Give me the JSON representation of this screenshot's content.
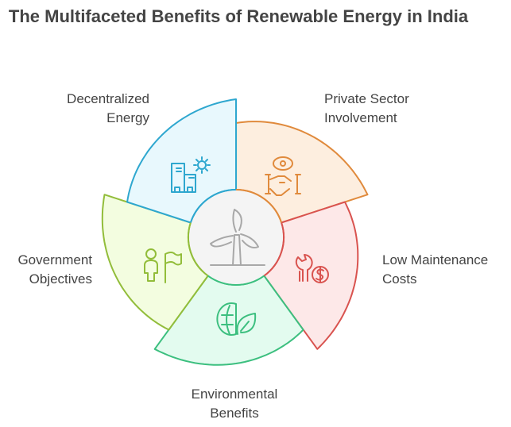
{
  "title": "The Multifaceted Benefits of Renewable Energy in India",
  "center": {
    "icon": "wind-turbine-icon"
  },
  "segments": [
    {
      "label_line1": "Private Sector",
      "label_line2": "Involvement",
      "icon": "handshake-eye-icon",
      "stroke": "#e08a3c",
      "fill": "#fdeedf"
    },
    {
      "label_line1": "Low Maintenance",
      "label_line2": "Costs",
      "icon": "wrench-dollar-icon",
      "stroke": "#d9534f",
      "fill": "#fde8e8"
    },
    {
      "label_line1": "Environmental",
      "label_line2": "Benefits",
      "icon": "globe-leaf-icon",
      "stroke": "#3cbf7f",
      "fill": "#e3fbef"
    },
    {
      "label_line1": "Government",
      "label_line2": "Objectives",
      "icon": "person-flag-icon",
      "stroke": "#92bd3a",
      "fill": "#f3fde0"
    },
    {
      "label_line1": "Decentralized",
      "label_line2": "Energy",
      "icon": "buildings-sun-icon",
      "stroke": "#2ea7cf",
      "fill": "#e8f8fd"
    }
  ]
}
